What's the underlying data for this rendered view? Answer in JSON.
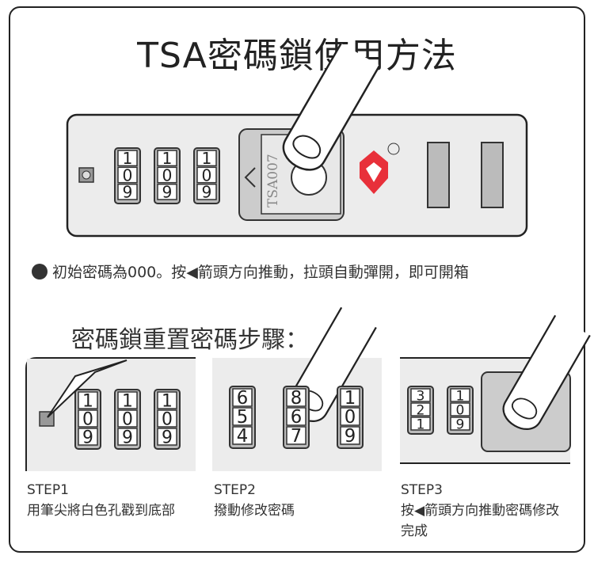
{
  "title": "TSA密碼鎖使用方法",
  "note": "初始密碼為000。按◀箭頭方向推動，拉頭自動彈開，即可開箱",
  "subtitle": "密碼鎖重置密碼步驟：",
  "lock_label": "TSA007",
  "main_dials": [
    "1",
    "0",
    "9"
  ],
  "step2_dials": [
    [
      "6",
      "5",
      "4"
    ],
    [
      "8",
      "6",
      "7"
    ],
    [
      "1",
      "0",
      "9"
    ]
  ],
  "step3_dials": [
    [
      "3",
      "2",
      "1"
    ],
    [
      "1",
      "0",
      "9"
    ]
  ],
  "steps": [
    {
      "label": "STEP1",
      "text": "用筆尖將白色孔戳到底部"
    },
    {
      "label": "STEP2",
      "text": "撥動修改密碼"
    },
    {
      "label": "STEP3",
      "text": "按◀箭頭方向推動密碼修改完成"
    }
  ],
  "colors": {
    "panel": "#ececec",
    "logo": "#e8303a",
    "border": "#222222"
  }
}
